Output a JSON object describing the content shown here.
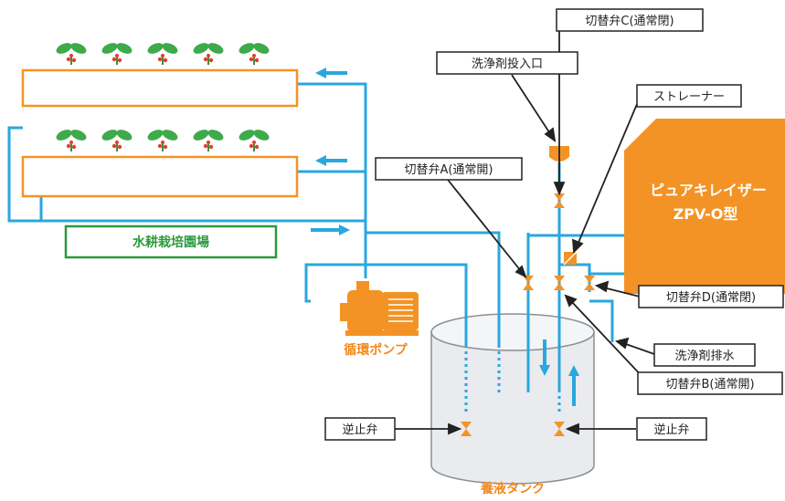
{
  "colors": {
    "pipe": "#29a7df",
    "orange": "#f39325",
    "green": "#2a9a3c",
    "tank": "#e9ebee"
  },
  "labels": {
    "farm": "水耕栽培園場",
    "pump": "循環ポンプ",
    "tank": "養液タンク",
    "purifier_line1": "ピュアキレイザー",
    "purifier_line2": "ZPV-O型",
    "valve_c": "切替弁C(通常閉)",
    "detergent_inlet": "洗浄剤投入口",
    "strainer": "ストレーナー",
    "valve_a": "切替弁A(通常開)",
    "valve_d": "切替弁D(通常閉)",
    "detergent_drain": "洗浄剤排水",
    "valve_b": "切替弁B(通常開)",
    "check_valve_left": "逆止弁",
    "check_valve_right": "逆止弁"
  },
  "icons": {
    "seedling": "seedling-icon",
    "pump": "pump-icon",
    "valve": "valve-icon",
    "arrow": "arrow-icon"
  }
}
